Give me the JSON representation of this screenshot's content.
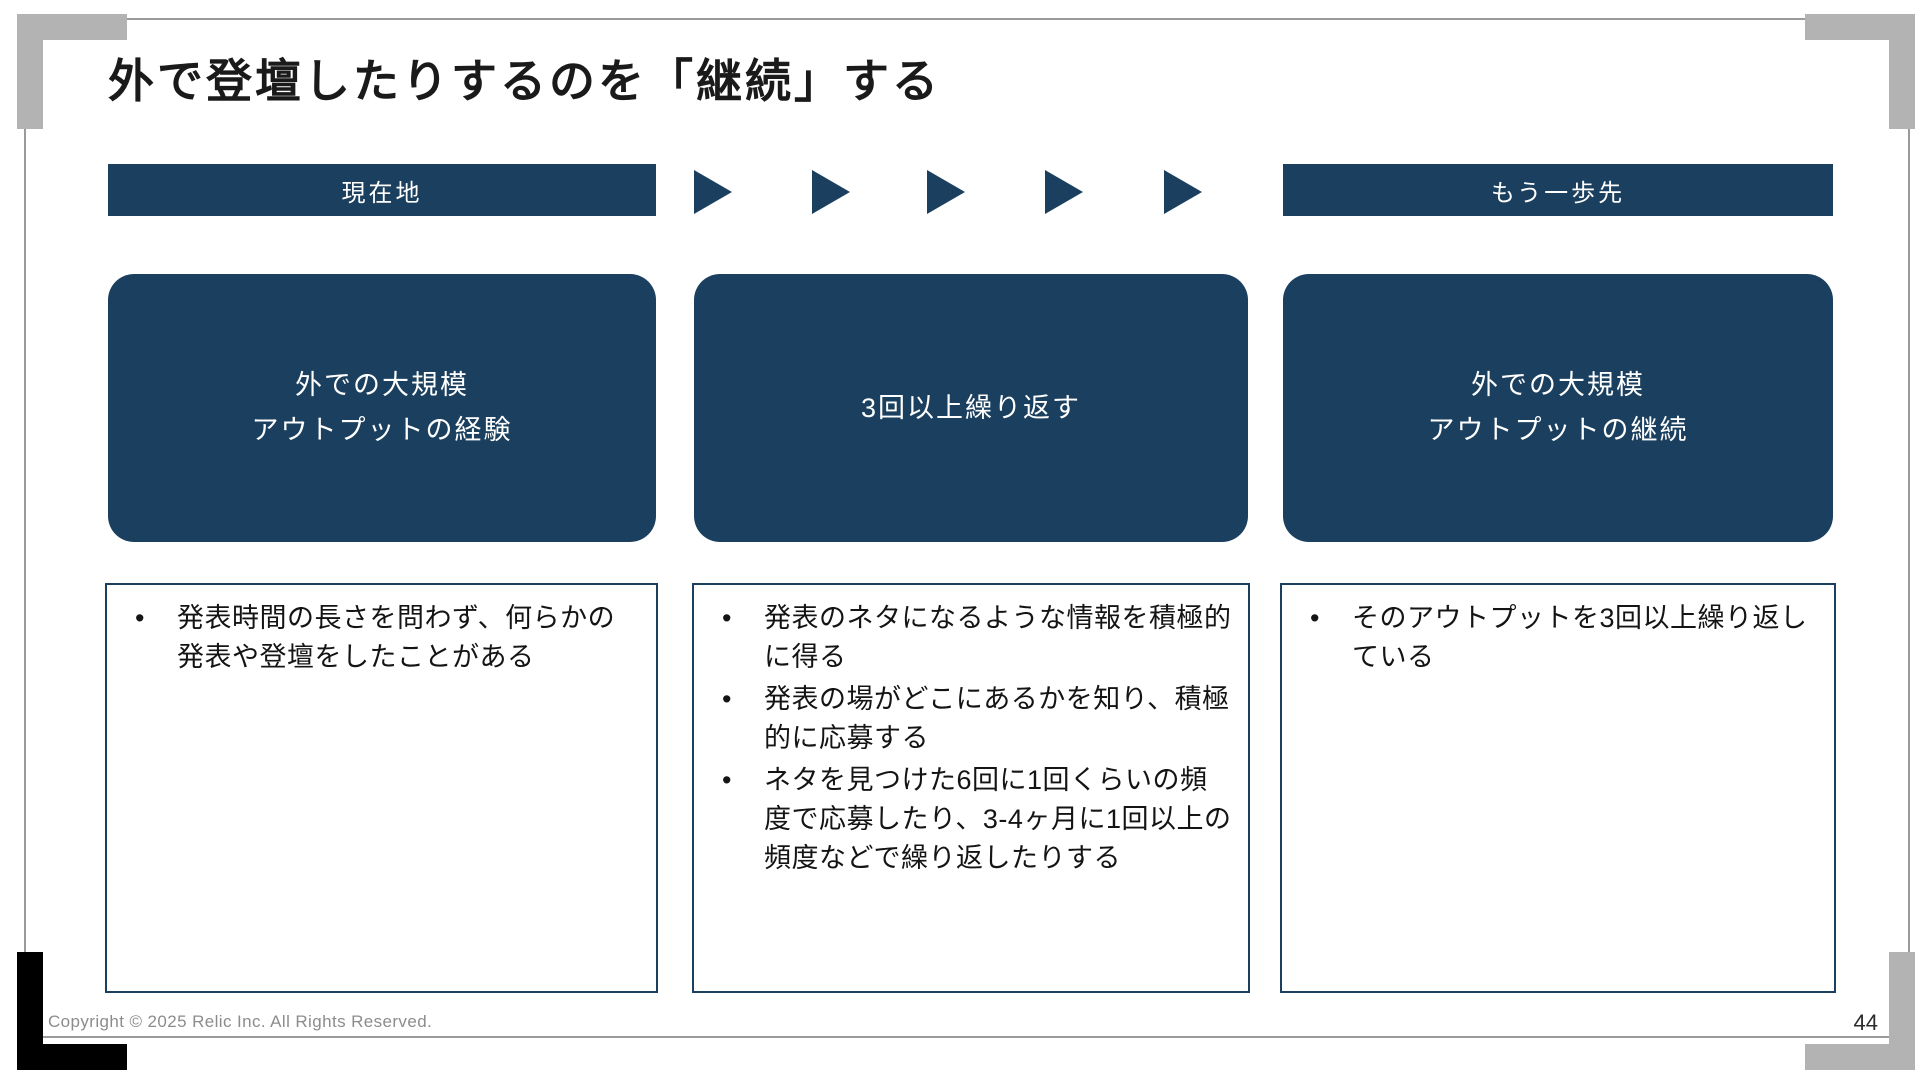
{
  "slide": {
    "title": "外で登壇したりするのを「継続」する",
    "accent_color": "#1b3f5e",
    "background_color": "#ffffff",
    "frame_color": "#9a9a9a",
    "corner_bracket_color": "#b3b3b3",
    "corner_bracket_accent_color": "#000000"
  },
  "stages": {
    "left_label": "現在地",
    "right_label": "もう一歩先",
    "arrow_count": 5,
    "arrow_glyph": "right-triangle"
  },
  "concepts": [
    {
      "text": "外での大規模\nアウトプットの経験"
    },
    {
      "text": "3回以上繰り返す"
    },
    {
      "text": "外での大規模\nアウトプットの継続"
    }
  ],
  "criteria": [
    {
      "bullet": "•",
      "items": [
        "発表時間の長さを問わず、何らかの発表や登壇をしたことがある"
      ]
    },
    {
      "bullet": "•",
      "items": [
        "発表のネタになるような情報を積極的に得る",
        "発表の場がどこにあるかを知り、積極的に応募する",
        "ネタを見つけた6回に1回くらいの頻度で応募したり、3-4ヶ月に1回以上の頻度などで繰り返したりする"
      ]
    },
    {
      "bullet": "•",
      "items": [
        "そのアウトプットを3回以上繰り返している"
      ]
    }
  ],
  "footer": {
    "copyright": "Copyright © 2025 Relic Inc. All Rights Reserved.",
    "page_number": "44"
  }
}
